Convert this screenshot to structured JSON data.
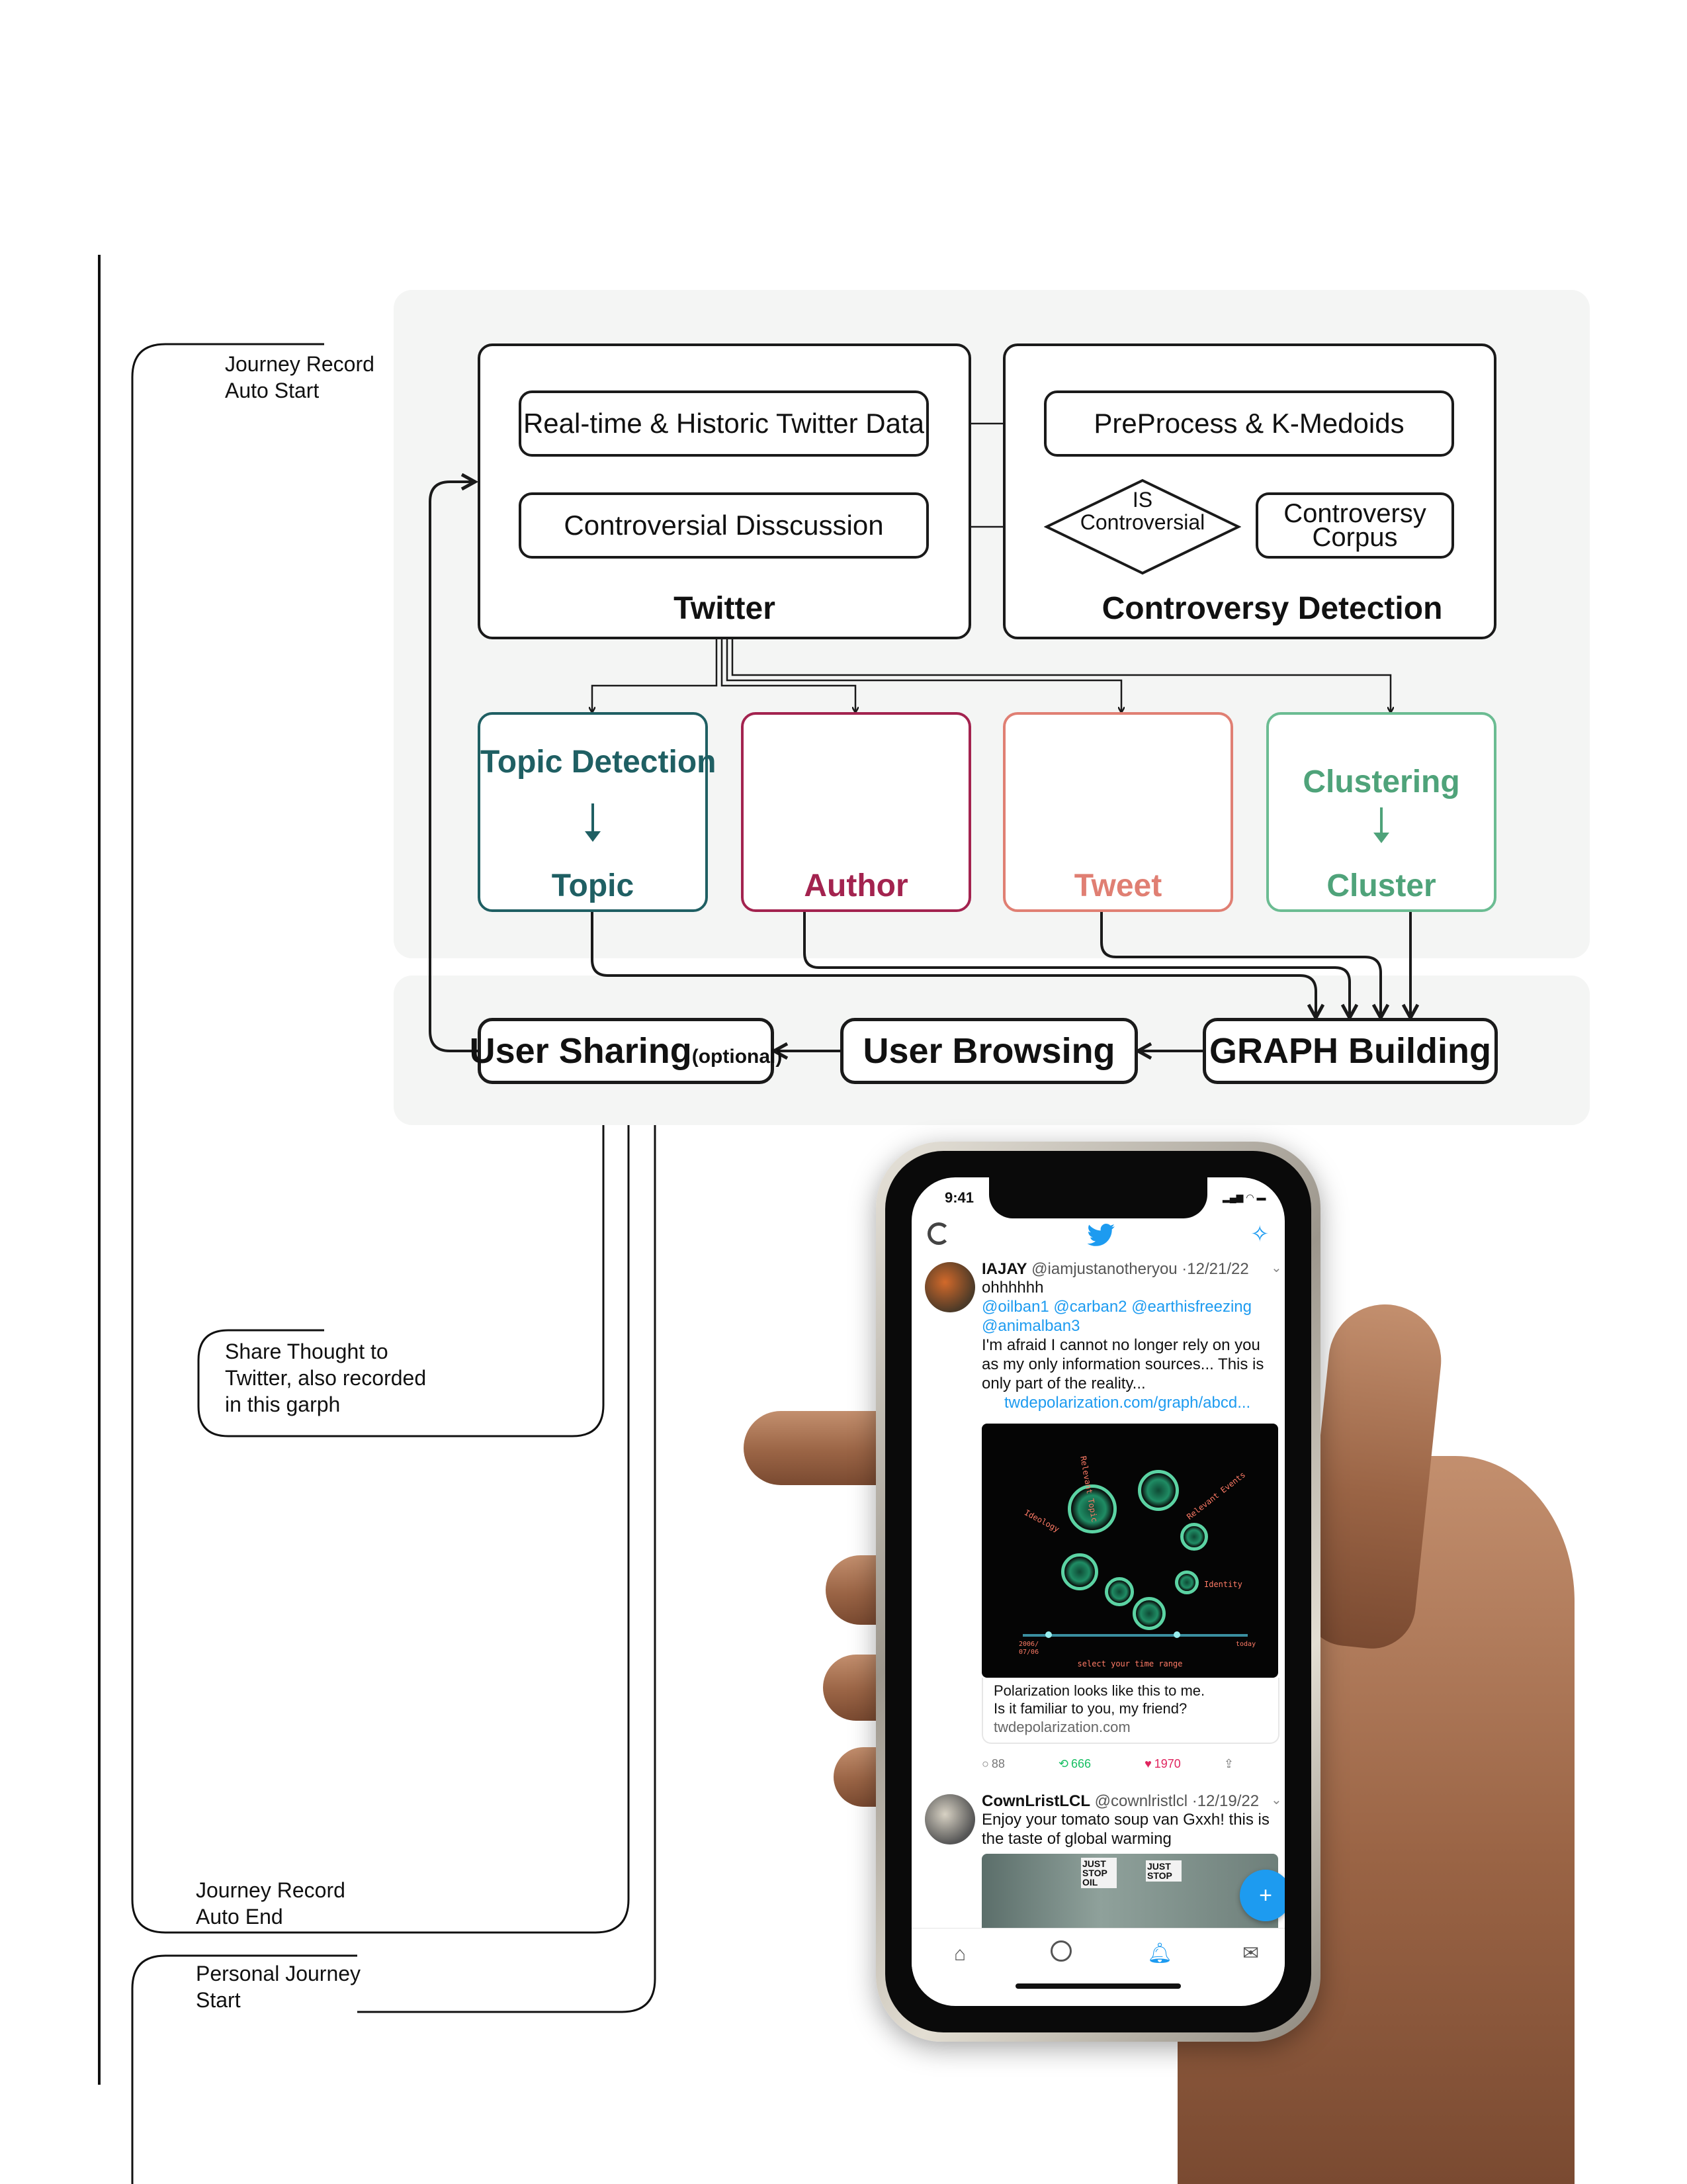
{
  "sidebar": {
    "journey_start": "Journey Record\nAuto Start",
    "share_thought": "Share Thought to\nTwitter, also recorded\nin this garph",
    "journey_end": "Journey Record\nAuto End",
    "personal_start": "Personal Journey\nStart"
  },
  "twitter_group": {
    "title": "Twitter",
    "realtime": "Real-time & Historic Twitter Data",
    "controversial": "Controversial Disscussion"
  },
  "controversy_group": {
    "title": "Controversy Detection",
    "preprocess": "PreProcess & K-Medoids",
    "is_controversial_1": "IS",
    "is_controversial_2": "Controversial",
    "corpus_1": "Controversy",
    "corpus_2": "Corpus"
  },
  "categories": {
    "topic_detection": "Topic Detection",
    "topic": "Topic",
    "author": "Author",
    "tweet": "Tweet",
    "clustering": "Clustering",
    "cluster": "Cluster"
  },
  "flow": {
    "user_sharing": "User Sharing",
    "optional": "(optional)",
    "user_browsing": "User Browsing",
    "graph_building": "GRAPH Building"
  },
  "colors": {
    "topic": "#1f5f63",
    "author": "#a3234f",
    "tweet": "#e07f73",
    "cluster": "#4fa37a",
    "twitter_blue": "#1d9bf0"
  },
  "phone": {
    "time": "9:41",
    "tweet1": {
      "name": "IAJAY",
      "handle": "@iamjustanotheryou ·12/21/22",
      "line1": "ohhhhhh",
      "mentions": "@oilban1 @carban2 @earthisfreezing",
      "mentions2": "@animalban3",
      "body": "I'm afraid I cannot no longer rely on you as my only information sources... This is only part of the reality...",
      "link": "twdepolarization.com/graph/abcd...",
      "card_text": "Polarization looks like this to me.\nIs it familiar to you, my friend?",
      "card_link": "twdepolarization.com",
      "replies": "88",
      "retweets": "666",
      "likes": "1970"
    },
    "graph": {
      "label_top": "Relevant Topic",
      "label_right": "Relevant Events",
      "label_left": "Ideology",
      "label_bottom_right": "Identity",
      "date_start": "2006/\n07/06",
      "date_end": "today",
      "range": "select your time range"
    },
    "tweet2": {
      "name": "CownLristLCL",
      "handle": "@cownlristlcl ·12/19/22",
      "body": "Enjoy your tomato soup van Gxxh! this is the taste of global warming",
      "sign1": "JUST STOP OIL",
      "sign2": "JUST STOP"
    }
  }
}
